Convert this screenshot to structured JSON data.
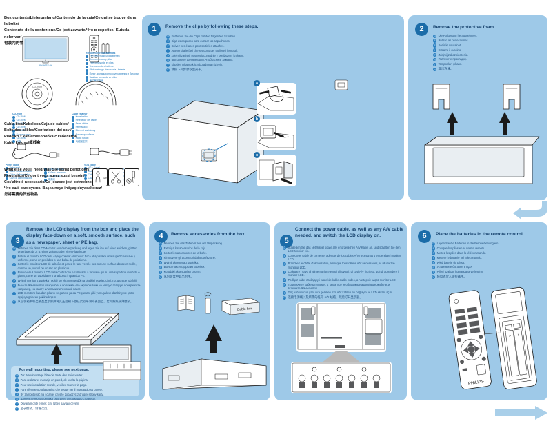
{
  "document": {
    "brand": "PHILIPS",
    "type": "Quick Start Guide",
    "accent_blue": "#9ec9e8",
    "badge_blue": "#1b6ca8",
    "text_blue": "#1f4f7d"
  },
  "box_contents": {
    "heading_line1": "Box contents/Lieferumfang/Contenido de la caja/Ce qui se trouve dans la boîte/",
    "heading_line2": "Contenuto della confezione/Co jest zawarte/Что в коробке/ Kutuda neler var/",
    "heading_line3": "包装内的物品清单",
    "display_caption": "BDL4631V/H",
    "remote_group": {
      "title": "Remote control & batteries",
      "items": [
        "Fernbedienung und Batterien",
        "Control remoto y pilas",
        "Télécommande et piles",
        "Telecomando e batterie",
        "Pilot zdalnego sterowania i baterie",
        "Пульт дистанционного управления и батареи",
        "Uzaktan kumanda ve piller",
        "遥控器和电池"
      ]
    },
    "quick_start_group": {
      "title": "Quick Start Guide",
      "items": [
        "Kurzanleitung",
        "Guía de inicio rápido",
        "Guide de démarrage",
        "Guida rapida",
        "Skrócona instrukcja obsługi",
        "Краткое руководство",
        "Hızlı Başlangıç Kılavuzu",
        "快速入门指南"
      ]
    },
    "cdrom_group": {
      "title": "CD-ROM",
      "items": [
        "CD-ROM",
        "CD-ROM",
        "CD-ROM",
        "CD-ROM",
        "CD-ROM",
        "Компакт-диск",
        "CD-ROM",
        "光盘"
      ]
    },
    "cable_tie_group": {
      "title": "Cable retainer",
      "items": [
        "Kabelhalter",
        "Retenedor del cable",
        "Serre-câble",
        "Fermacavo",
        "Element zaciskowy",
        "Фиксатор кабеля",
        "Kablo tutucu",
        "电缆固定架"
      ]
    }
  },
  "cable_box": {
    "heading_line1": "Cable box/Kabelbox/Caja de cables/",
    "heading_line2": "Boîte des câbles/Confezione dei cavi/",
    "heading_line3": "Pudełko z kablami/Коробка с кабелями/",
    "heading_line4": "Kablo kutusu/缆线盒",
    "power_group": {
      "title": "Power cable",
      "items_left": [
        "Netzkabel",
        "Cable de alimentación",
        "Câble d'alimentation",
        "Cavo di alimentazione"
      ],
      "items_right": [
        "Kabel zasilania",
        "Кабель питания",
        "Güç kablosu",
        "电源线"
      ]
    },
    "av_group": {
      "title": "VGA cable",
      "items_left": [
        "VGA-Kabel",
        "Cable VGA",
        "Câble VGA",
        "Cavo VGA"
      ],
      "items_right": [
        "Kabel VGA",
        "Кабель VGA",
        "VGA kablosu",
        "VGA 线"
      ]
    }
  },
  "what_else": {
    "line1": "What else you'll need/Was Sie sonst benötigen/",
    "line2": "Requisitos/Ce dont vous aurez aussi besoin/",
    "line3": "Cos'altro è necessario/Co jeszcze jest potrzebne/",
    "line4": "Что ещё вам нужно/ Başka neye ihtiyaç duyacaksınız/",
    "line5": "您将需要的其他物品",
    "icons": [
      {
        "name": "two-people-icon",
        "label": "x2"
      },
      {
        "name": "scissors-icon",
        "label": ""
      },
      {
        "name": "screwdriver-icon",
        "label": ""
      }
    ]
  },
  "steps": [
    {
      "number": "1",
      "title": "Remove the clips by following these steps.",
      "bullets": [
        {
          "lang": "D",
          "text": "Entfernen Sie die Clips mit den folgenden Schritten."
        },
        {
          "lang": "E",
          "text": "Siga estos pasos para extraer los capuchones."
        },
        {
          "lang": "F",
          "text": "Suivez ces étapes pour sortir les attaches."
        },
        {
          "lang": "I",
          "text": "Attenersi alle fasi che seguono per togliere i fermagli."
        },
        {
          "lang": "P",
          "text": "Zdejmij zaciski, postępując zgodnie z poniższymi krokami."
        },
        {
          "lang": "R",
          "text": "Выполните данные шаги, чтобы снять зажимы."
        },
        {
          "lang": "T",
          "text": "Klipsleri çıkarmak için bu adımları izleyin."
        },
        {
          "lang": "C",
          "text": "请按下列步骤取出夹子。"
        }
      ],
      "substeps": [
        "a",
        "b",
        "c"
      ]
    },
    {
      "number": "2",
      "title": "Remove the protective foam.",
      "bullets": [
        {
          "lang": "D",
          "text": "Die Polsterung herausnehmen."
        },
        {
          "lang": "E",
          "text": "Retirar las protecciones."
        },
        {
          "lang": "F",
          "text": "Sortir le coussinet."
        },
        {
          "lang": "I",
          "text": "Estrarre il cuscino."
        },
        {
          "lang": "P",
          "text": "Zdejmij zabezpieczenia."
        },
        {
          "lang": "R",
          "text": "Извлеките прокладку."
        },
        {
          "lang": "T",
          "text": "Tamponları çıkarın."
        },
        {
          "lang": "C",
          "text": "取出泡沫。"
        }
      ]
    },
    {
      "number": "3",
      "title": "Remove the LCD display from the box and place the display face-down on a soft, smooth surface, such as a newspaper, sheet or PE bag.",
      "bullets": [
        {
          "lang": "D",
          "text": "Nehmen Sie den LCD-Monitor aus der Verpackung und legen Sie ihn auf einer weichen, glatten Unterlage ab, z. B. einer Zeitung oder einer Plastiktüte."
        },
        {
          "lang": "E",
          "text": "Retirar el monitor LCD de la caja y colocar el monitor boca abajo sobre una superficie suave y uniforme, como un periódico o una bolsa de polietileno."
        },
        {
          "lang": "F",
          "text": "Sortez le moniteur LCD de la boîte et posez-le face vers le bas sur une surface douce et molle, comme un journal ou un sac en plastique."
        },
        {
          "lang": "I",
          "text": "Rimuovere il monitor LCD dalla confezione e collocarlo a faccia in giù su una superficie morbida e piana, come un quotidiano o una borsa in plastica PE."
        },
        {
          "lang": "P",
          "text": "Wyjmij monitor z pudełka i połóż go ekranem w dół na gładkiej powierzchni, np. gazecie lub folii."
        },
        {
          "lang": "R",
          "text": "Выньте ЖК-монитор из коробки и положите его экраном вниз на мягкую гладкую поверхность, например, на газету или полиэтиленовый пакет."
        },
        {
          "lang": "T",
          "text": "LCD monitörü kutudan çıkarın ve gazete ya da PE çantası gibi yumuşak ve düz bir yere yüzü aşağıya gelecek şekilde koyun."
        },
        {
          "lang": "C",
          "text": "从包装箱中取出液晶显示屏并将其正面朝下放在柔软平滑的表面上，比如报纸或薄膜袋。"
        }
      ],
      "note": {
        "title": "For wall mounting, please see next page.",
        "bullets": [
          {
            "lang": "D",
            "text": "Zur Wandmontage bitte die Seite des Seite weiter."
          },
          {
            "lang": "E",
            "text": "Para realizar el montaje en pared, de vuelta la página."
          },
          {
            "lang": "F",
            "text": "Pour une installation murale, veuillez tourner la page."
          },
          {
            "lang": "I",
            "text": "Fare riferimento alla pagina che segue per il montaggio su parete."
          },
          {
            "lang": "P",
            "text": "By zamontować na ścianie, proszę zobaczyć z drugiej strony karty."
          },
          {
            "lang": "R",
            "text": "Для настенного монтажа смотрите следующую страницу."
          },
          {
            "lang": "T",
            "text": "Duvara monte etmek için, lütfen sayfayı çevirin."
          },
          {
            "lang": "C",
            "text": "至于壁装，请看次页。"
          }
        ]
      }
    },
    {
      "number": "4",
      "title": "Remove accessories from the box.",
      "bullets": [
        {
          "lang": "D",
          "text": "Nehmen Sie das Zubehör aus der Verpackung."
        },
        {
          "lang": "E",
          "text": "Extraiga los accesorios de la caja."
        },
        {
          "lang": "F",
          "text": "Sortez les accessoires de la boîte."
        },
        {
          "lang": "I",
          "text": "Rimuovere gli accessori dalla confezione."
        },
        {
          "lang": "P",
          "text": "Wyjmij akcesoria z pudełka."
        },
        {
          "lang": "R",
          "text": "Выньте аксессуары из коробки."
        },
        {
          "lang": "T",
          "text": "Kutudaki aksesuarları çıkarın."
        },
        {
          "lang": "C",
          "text": "从包装盒中取出附件。"
        }
      ],
      "callout": "Cable box"
    },
    {
      "number": "5",
      "title": "Connect the power cable, as well as any A/V cable needed, and switch the LCD display on.",
      "bullets": [
        {
          "lang": "D",
          "text": "Schließen Sie das Netzkabel sowie alle erforderlichen A/V-Kabel an, und schalten Sie den LCD-Monitor ein."
        },
        {
          "lang": "E",
          "text": "Conecte el cable de corriente, además de los cables A/V necesarios y encienda el monitor LCD."
        },
        {
          "lang": "F",
          "text": "Branchez le câble d'alimentation, ainsi que tous câbles A/V nécessaires, et allumez le moniteur LCD."
        },
        {
          "lang": "I",
          "text": "Collegare i cavo di alimentazione e tutti gli ovuori, di cavi A/V richiesti, quindi accendere il monitor LCD."
        },
        {
          "lang": "P",
          "text": "Podłącz kabel zasilający i wszelkie kable audio-wideo, a następnie włącz monitor LCD."
        },
        {
          "lang": "R",
          "text": "Подключите кабель питания, а также все необходимые аудио/видеокабели, и включите ЖК-монитор."
        },
        {
          "lang": "T",
          "text": "Güç kablosunun yanı sıra gereken tüm A/V kablosunu bağlayın ve LCD ekranı açın."
        },
        {
          "lang": "C",
          "text": "连接电源线以及所需的任何 A/V 线缆，然后打开显示器。"
        }
      ]
    },
    {
      "number": "6",
      "title": "Place the batteries in the remote control.",
      "bullets": [
        {
          "lang": "D",
          "text": "Legen Sie die Batterien in die Fernbedienung ein."
        },
        {
          "lang": "E",
          "text": "Coloque las pilas en el control remoto."
        },
        {
          "lang": "F",
          "text": "Mettez les piles dans la télécommande."
        },
        {
          "lang": "I",
          "text": "Mettere le batterie nel telecomando."
        },
        {
          "lang": "P",
          "text": "Włóż baterie do pilota."
        },
        {
          "lang": "R",
          "text": "Установите батареи в ПДУ."
        },
        {
          "lang": "T",
          "text": "Pilleri uzaktan kumandaya yerleştirin."
        },
        {
          "lang": "C",
          "text": "将电池放入遥控器中。"
        }
      ],
      "remote_brand": "PHILIPS"
    }
  ],
  "flow": {
    "return_arrow": "return-flow-arrow",
    "next_arrow": "next-page-arrow"
  }
}
